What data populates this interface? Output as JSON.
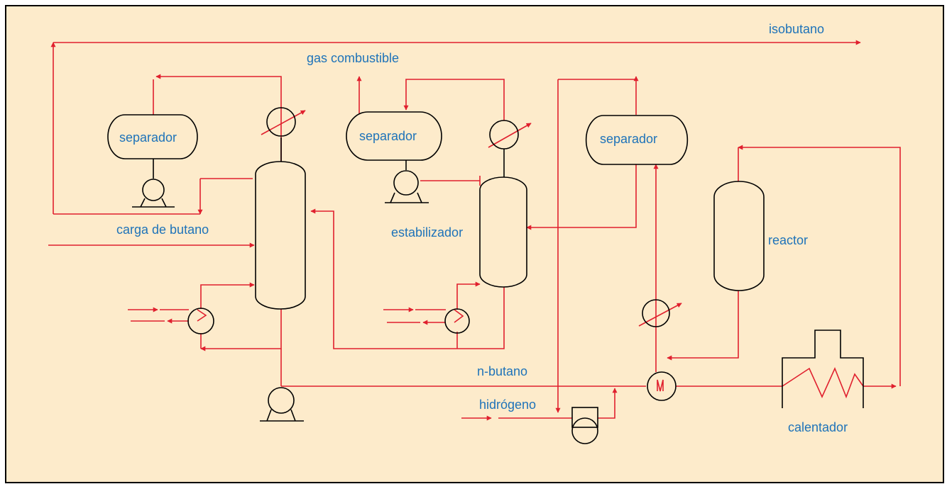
{
  "colors": {
    "background": "#FDEBCB",
    "border": "#000000",
    "stream": "#E0202E",
    "equipment": "#000000",
    "label": "#1E73B9"
  },
  "labels": {
    "isobutano": "isobutano",
    "gas_combustible": "gas combustible",
    "carga_de_butano": "carga de butano",
    "estabilizador": "estabilizador",
    "reactor": "reactor",
    "n_butano": "n-butano",
    "hidrogeno": "hidrógeno",
    "calentador": "calentador"
  },
  "equipment": {
    "separator_1": "separador",
    "separator_2": "separador",
    "separator_3": "separador"
  }
}
